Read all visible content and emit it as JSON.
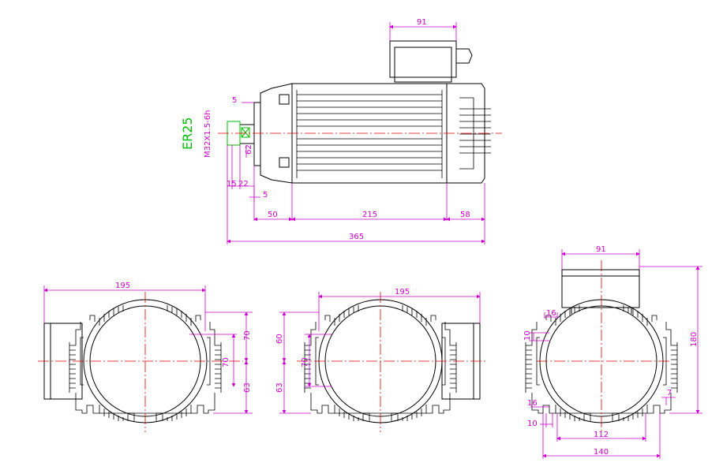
{
  "side_view": {
    "dims": {
      "d91": "91",
      "d5a": "5",
      "d5b": "5",
      "d50": "50",
      "d215": "215",
      "d58": "58",
      "d365": "365",
      "d15": "15",
      "d22": "22",
      "d62": "62"
    },
    "collet_label": "ER25",
    "thread_label": "M32X1.5-6h"
  },
  "end_view_left": {
    "dims": {
      "w195": "195",
      "h70a": "70",
      "h70b": "70",
      "h63": "63"
    }
  },
  "end_view_mid": {
    "dims": {
      "w195": "195",
      "h60": "60",
      "h70": "70",
      "h63": "63"
    }
  },
  "end_view_right": {
    "dims": {
      "w91": "91",
      "h180": "180",
      "d16a": "16",
      "d10a": "10",
      "d16b": "16",
      "d10b": "10",
      "w112": "112",
      "w140": "140",
      "d7": "7"
    }
  },
  "colors": {
    "outline": "#000000",
    "dimension": "#cc00cc",
    "centerline": "#e00000",
    "annotation": "#00bb00"
  }
}
